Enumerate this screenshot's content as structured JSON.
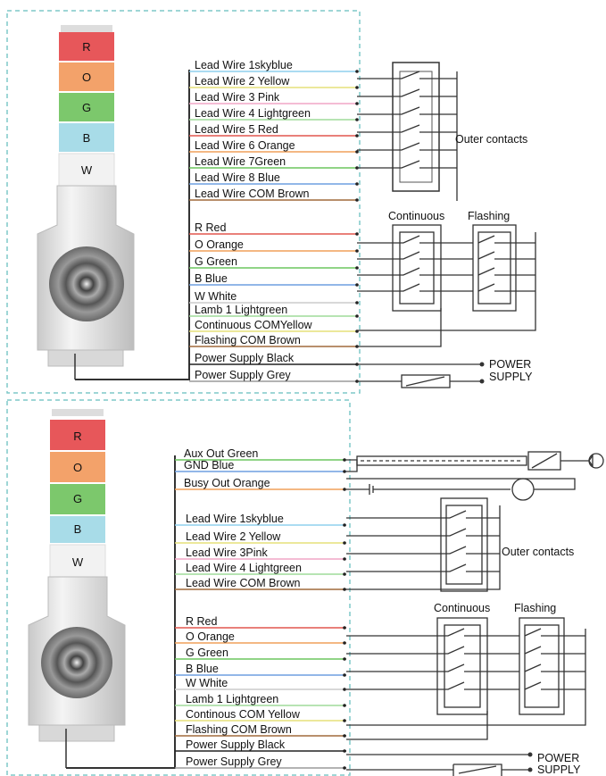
{
  "colors": {
    "skyblue": "#8fd0ee",
    "yellow": "#e6e07a",
    "pink": "#f0a6c6",
    "lightgreen": "#9fdc9a",
    "red": "#e2574f",
    "orange": "#f0a05a",
    "green": "#6cc55f",
    "blue": "#6f9fe0",
    "brown": "#a06a3c",
    "black": "#222222",
    "grey": "#9a9a9a",
    "white": "#cccccc",
    "border_dash": "#7fc8c8",
    "switch": "#555555"
  },
  "top": {
    "segments": [
      "R",
      "O",
      "G",
      "B",
      "W"
    ],
    "wires": [
      {
        "label": "Lead Wire 1skyblue",
        "color": "skyblue"
      },
      {
        "label": "Lead Wire 2 Yellow",
        "color": "yellow"
      },
      {
        "label": "Lead Wire 3 Pink",
        "color": "pink"
      },
      {
        "label": "Lead Wire 4 Lightgreen",
        "color": "lightgreen"
      },
      {
        "label": "Lead Wire 5 Red",
        "color": "red"
      },
      {
        "label": "Lead Wire 6 Orange",
        "color": "orange"
      },
      {
        "label": "Lead Wire 7Green",
        "color": "green"
      },
      {
        "label": "Lead Wire 8 Blue",
        "color": "blue"
      },
      {
        "label": "Lead Wire COM Brown",
        "color": "brown"
      },
      {
        "label": "R    Red",
        "color": "red"
      },
      {
        "label": "O   Orange",
        "color": "orange"
      },
      {
        "label": "G    Green",
        "color": "green"
      },
      {
        "label": "B   Blue",
        "color": "blue"
      },
      {
        "label": "W   White",
        "color": "white"
      },
      {
        "label": "Lamb 1    Lightgreen",
        "color": "lightgreen"
      },
      {
        "label": "Continuous COMYellow",
        "color": "yellow"
      },
      {
        "label": "Flashing COM    Brown",
        "color": "brown"
      },
      {
        "label": "Power  Supply Black",
        "color": "black"
      },
      {
        "label": "Power Supply    Grey",
        "color": "grey"
      }
    ],
    "outer_contacts": "Outer contacts",
    "continuous": "Continuous",
    "flashing": "Flashing",
    "power_supply": [
      "POWER",
      "SUPPLY"
    ]
  },
  "bottom": {
    "segments": [
      "R",
      "O",
      "G",
      "B",
      "W"
    ],
    "aux_wires": [
      {
        "label": "Aux Out      Green",
        "color": "green"
      },
      {
        "label": "GND             Blue",
        "color": "blue"
      },
      {
        "label": "Busy Out     Orange",
        "color": "orange"
      }
    ],
    "wires": [
      {
        "label": "Lead Wire 1skyblue",
        "color": "skyblue"
      },
      {
        "label": "Lead Wire 2 Yellow",
        "color": "yellow"
      },
      {
        "label": "Lead Wire 3Pink",
        "color": "pink"
      },
      {
        "label": "Lead Wire 4 Lightgreen",
        "color": "lightgreen"
      },
      {
        "label": "Lead Wire COM Brown",
        "color": "brown"
      },
      {
        "label": "R     Red",
        "color": "red"
      },
      {
        "label": "O   Orange",
        "color": "orange"
      },
      {
        "label": "G    Green",
        "color": "green"
      },
      {
        "label": "B    Blue",
        "color": "blue"
      },
      {
        "label": "W   White",
        "color": "white"
      },
      {
        "label": "Lamb 1       Lightgreen",
        "color": "lightgreen"
      },
      {
        "label": "Continous COM    Yellow",
        "color": "yellow"
      },
      {
        "label": "Flashing COM    Brown",
        "color": "brown"
      },
      {
        "label": "Power  Supply Black",
        "color": "black"
      },
      {
        "label": "Power Supply     Grey",
        "color": "grey"
      }
    ],
    "outer_contacts": "Outer contacts",
    "continuous": "Continuous",
    "flashing": "Flashing",
    "power_supply": [
      "POWER",
      "SUPPLY"
    ]
  }
}
